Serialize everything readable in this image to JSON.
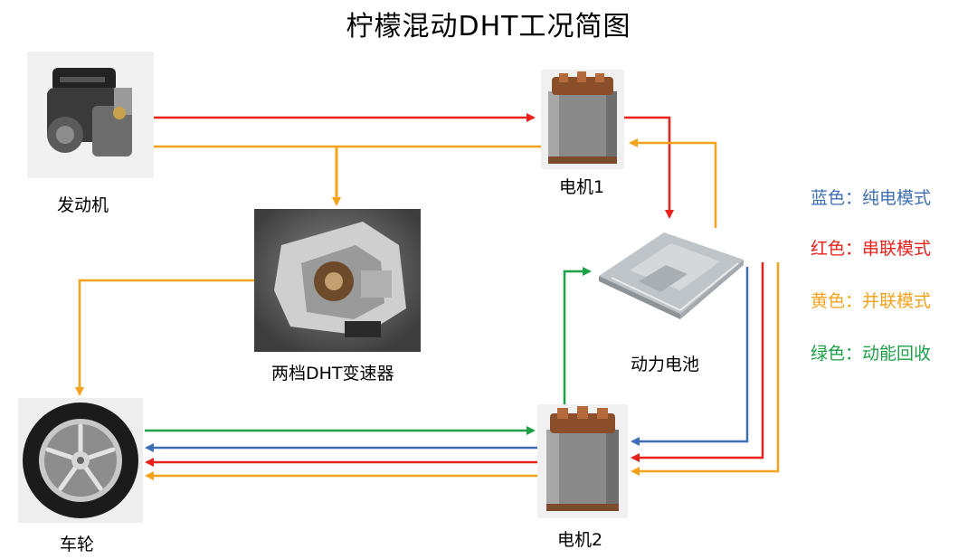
{
  "title": "柠檬混动DHT工况简图",
  "components": {
    "engine": "发动机",
    "motor1": "电机1",
    "gearbox": "两档DHT变速器",
    "battery": "动力电池",
    "wheel": "车轮",
    "motor2": "电机2"
  },
  "legend": [
    {
      "text": "蓝色：纯电模式",
      "color": "#3e6fb3"
    },
    {
      "text": "红色：串联模式",
      "color": "#e8211c"
    },
    {
      "text": "黄色：并联模式",
      "color": "#f5a21b"
    },
    {
      "text": "绿色：动能回收",
      "color": "#1ea049"
    }
  ],
  "colors": {
    "blue": "#3e6fb3",
    "red": "#e8211c",
    "yellow": "#f5a21b",
    "green": "#1ea049"
  }
}
